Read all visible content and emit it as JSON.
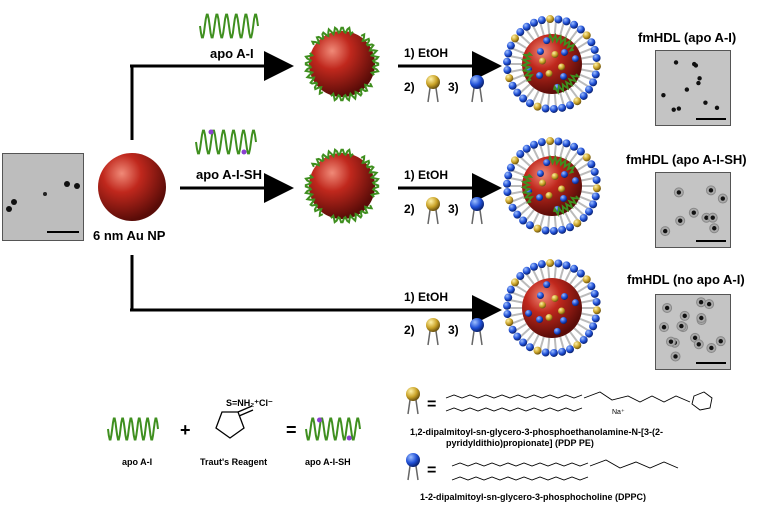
{
  "branches": [
    {
      "protein_label": "apo A-I",
      "step1": "1) EtOH",
      "step2": "2)",
      "step3": "3)",
      "product": "fmHDL (apo A-I)"
    },
    {
      "protein_label": "apo A-I-SH",
      "step1": "1) EtOH",
      "step2": "2)",
      "step3": "3)",
      "product": "fmHDL (apo A-I-SH)"
    },
    {
      "protein_label": "",
      "step1": "1) EtOH",
      "step2": "2)",
      "step3": "3)",
      "product": "fmHDL (no apo A-I)"
    }
  ],
  "core_label": "6 nm Au NP",
  "reaction": {
    "reactant1": "apo A-I",
    "plus": "+",
    "reagent": "Traut's Reagent",
    "reagent_formula": "S=NH₂⁺Cl⁻",
    "equals": "=",
    "product": "apo A-I-SH"
  },
  "legend": [
    {
      "color": "#c9a227",
      "equals": "=",
      "name_line1": "1,2-dipalmitoyl-sn-glycero-3-phosphoethanolamine-N-[3-(2-",
      "name_line2": "pyridyldithio)propionate] (PDP PE)",
      "counterion": "Na⁺"
    },
    {
      "color": "#1f4fd6",
      "equals": "=",
      "name_line1": "1-2-dipalmitoyl-sn-glycero-3-phosphocholine (DPPC)"
    }
  ],
  "colors": {
    "gold_core": "#b8231b",
    "helix": "#3f8f1f",
    "pdp_head": "#c9a227",
    "dppc_head": "#1f4fd6"
  }
}
